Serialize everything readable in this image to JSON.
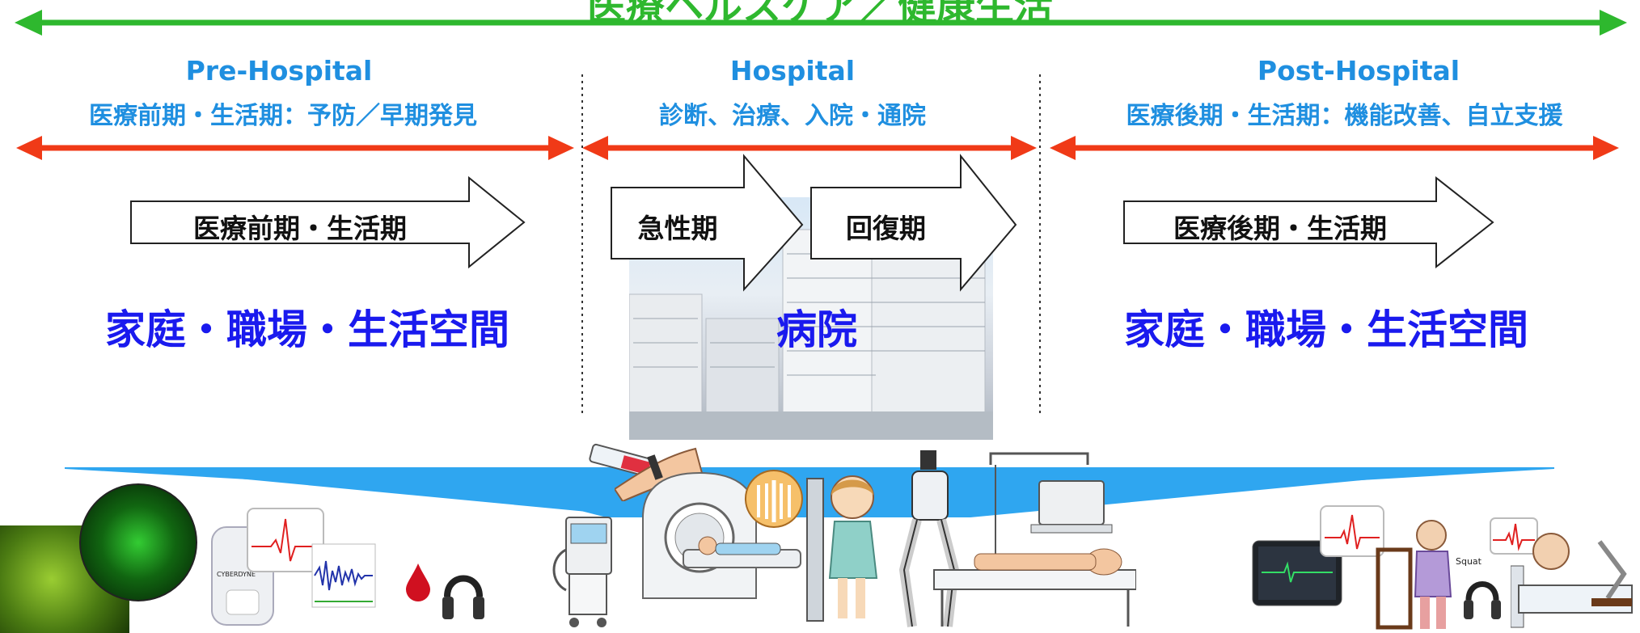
{
  "banner": {
    "title": "医療ヘルスケア／健康生活",
    "color": "#2eb82e"
  },
  "phases": [
    {
      "id": "pre",
      "label": "Pre-Hospital",
      "subtitle": "医療前期・生活期：予防／早期発見"
    },
    {
      "id": "hospital",
      "label": "Hospital",
      "subtitle": "診断、治療、入院・通院"
    },
    {
      "id": "post",
      "label": "Post-Hospital",
      "subtitle": "医療後期・生活期：機能改善、自立支援"
    }
  ],
  "stages": {
    "pre": "医療前期・生活期",
    "acute": "急性期",
    "recovery": "回復期",
    "post": "医療後期・生活期"
  },
  "places": {
    "pre": "家庭・職場・生活空間",
    "hospital": "病院",
    "post": "家庭・職場・生活空間"
  },
  "illustrations": {
    "device_brand": "CYBERDYNE",
    "squat_label": "Squat"
  },
  "colors": {
    "phase_text": "#1f8fe0",
    "phase_arrow": "#f03a17",
    "place_text": "#1a1aee",
    "band": "#2fa6f0"
  }
}
